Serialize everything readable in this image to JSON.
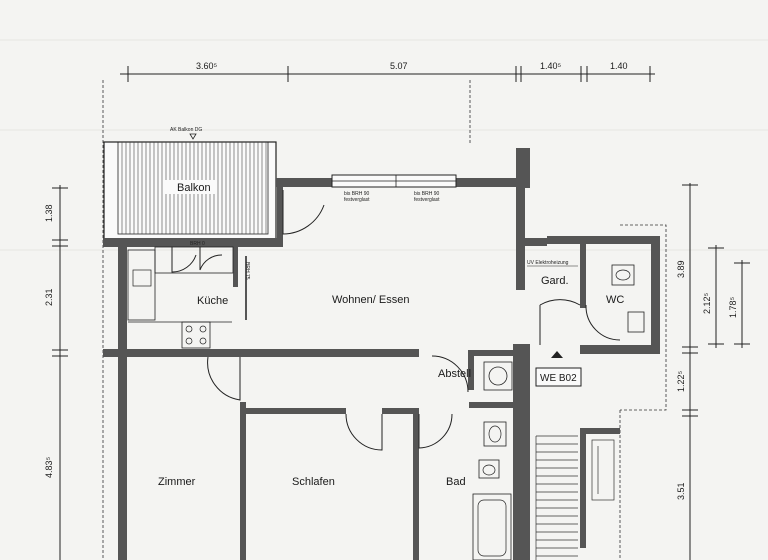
{
  "dimensions": {
    "top": [
      "3.60⁵",
      "5.07",
      "1.40⁵",
      "1.40"
    ],
    "left": [
      "1.38",
      "2.31",
      "4.83⁵"
    ],
    "right_outer": [
      "3.89",
      "1.22⁵",
      "3.51"
    ],
    "right_inner": [
      "2.12⁵",
      "1.78⁵"
    ]
  },
  "rooms": {
    "balkon": "Balkon",
    "kueche": "Küche",
    "wohnen": "Wohnen/ Essen",
    "gard": "Gard.",
    "wc": "WC",
    "abstell": "Abstell",
    "zimmer": "Zimmer",
    "schlafen": "Schlafen",
    "bad": "Bad"
  },
  "annotations": {
    "balkon_top": "AK Balkon DG",
    "unit_label": "WE B02",
    "uv_label": "UV Elektroheizung",
    "window_a": "bis BRH 90",
    "window_b": "festverglast",
    "window_c": "BRH 0",
    "window_d": "BRH 75"
  }
}
